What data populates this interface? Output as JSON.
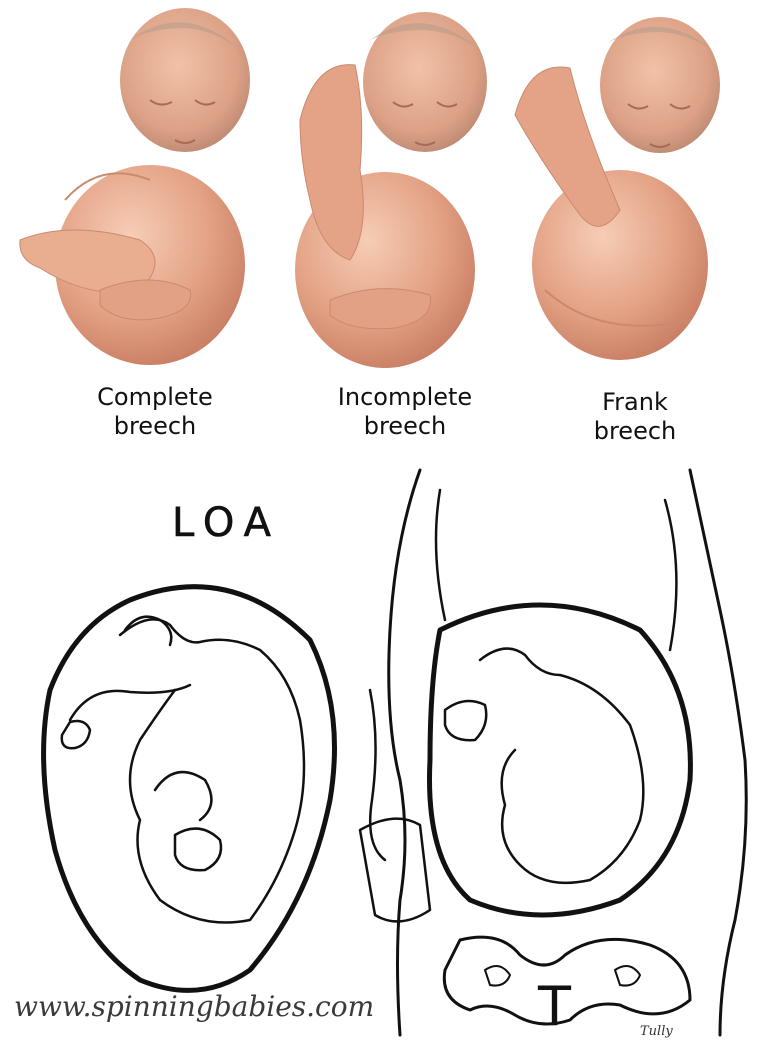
{
  "top": {
    "colors": {
      "skin": "#e7aa8c",
      "skin_shadow": "#c9806a",
      "skin_light": "#f3c7b0",
      "hair": "#b89c8a"
    },
    "babies": [
      {
        "id": "complete",
        "caption_line1": "Complete",
        "caption_line2": "breech"
      },
      {
        "id": "incomplete",
        "caption_line1": "Incomplete",
        "caption_line2": "breech"
      },
      {
        "id": "frank",
        "caption_line1": "Frank",
        "caption_line2": "breech"
      }
    ]
  },
  "bottom": {
    "position_label": "LOA",
    "pelvis_label": "T",
    "artist_signature": "Tully",
    "watermark": "www.spinningbabies.com",
    "line_color": "#111111"
  }
}
